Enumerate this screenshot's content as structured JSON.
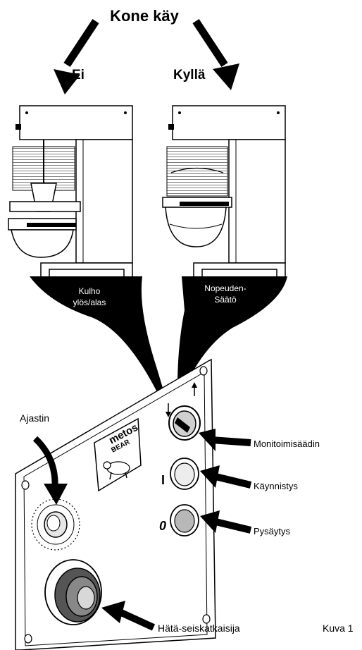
{
  "title": "Kone käy",
  "answers": {
    "no": "Ei",
    "yes": "Kyllä"
  },
  "funnels": {
    "left": {
      "line1": "Kulho",
      "line2": "ylös/alas"
    },
    "right": {
      "line1": "Nopeuden-",
      "line2": "Säätö"
    }
  },
  "panel": {
    "logo_top": "metos",
    "logo_bottom": "BEAR",
    "start_symbol": "I",
    "stop_symbol": "0"
  },
  "callouts": {
    "timer": "Ajastin",
    "multi_control": "Monitoimisäädin",
    "start": "Käynnistys",
    "stop": "Pysäytys",
    "emergency": "Hätä-seiskatkaisija"
  },
  "figure_label": "Kuva 1",
  "colors": {
    "ink": "#000000",
    "paper": "#ffffff",
    "button_fill": "#b8b8b8"
  },
  "icons": [
    "down-arrow-icon",
    "up-arrow-icon",
    "bear-icon"
  ]
}
